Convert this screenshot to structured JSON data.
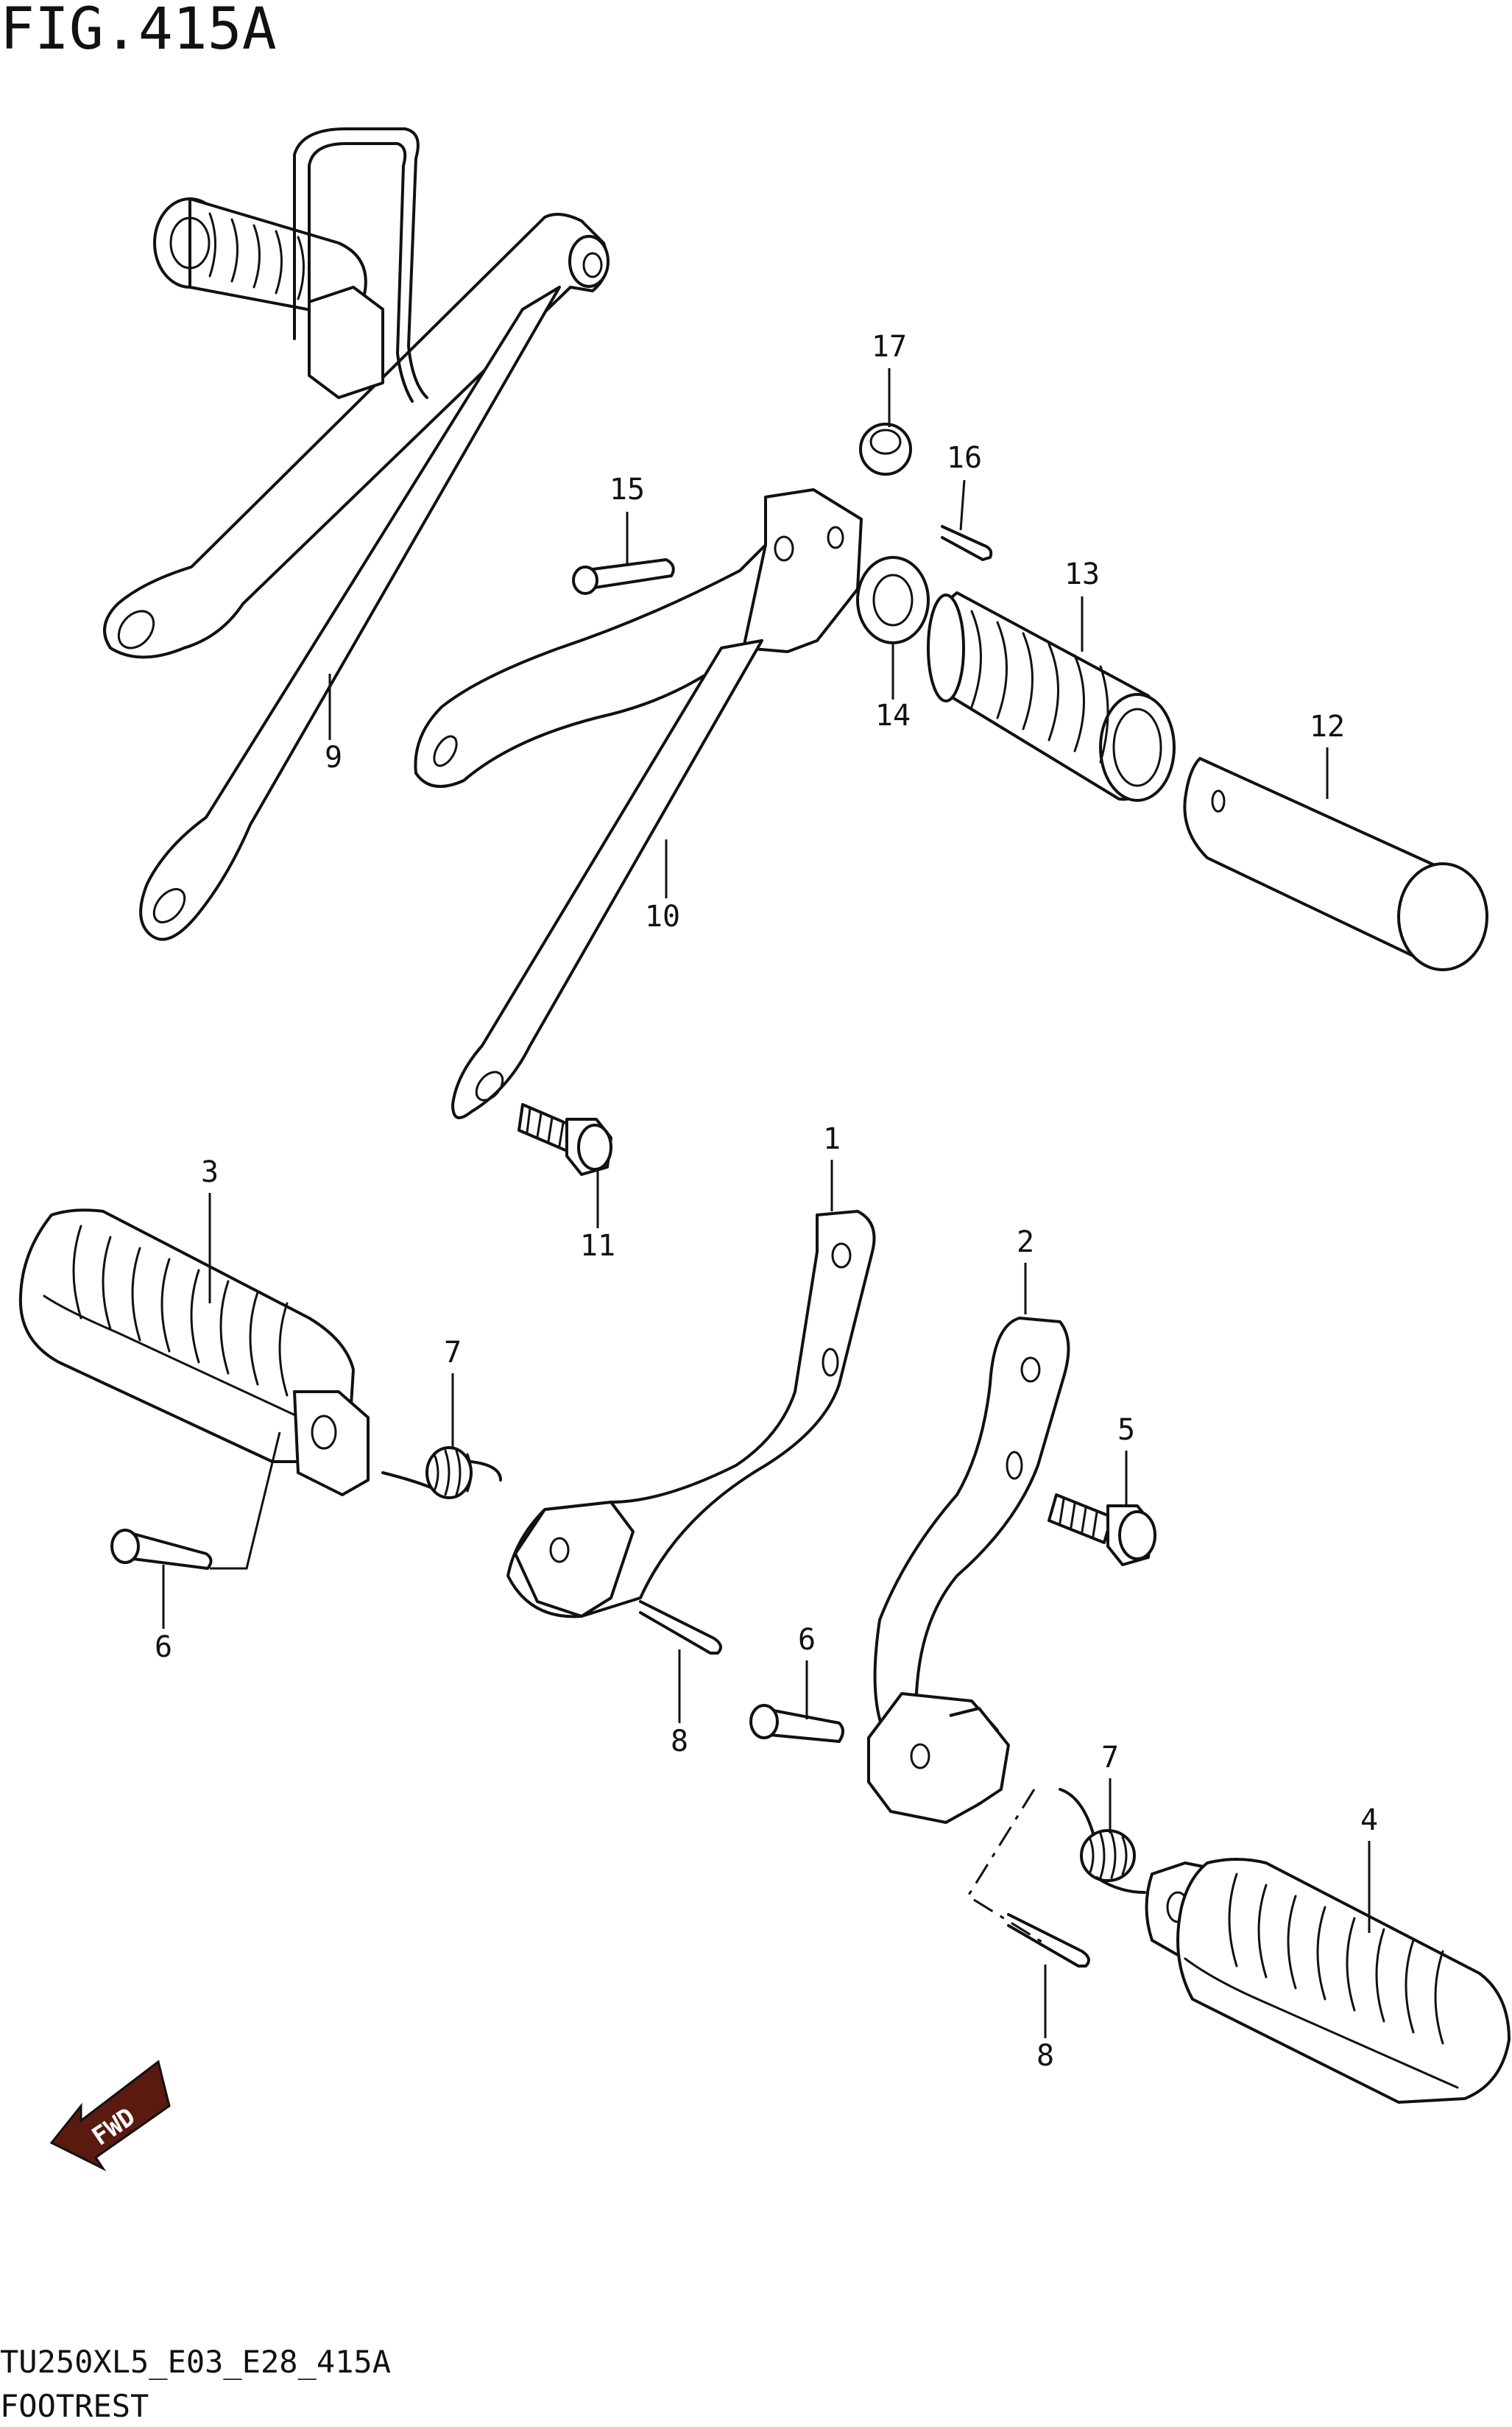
{
  "figure": {
    "title": "FIG.415A",
    "model_code": "TU250XL5_E03_E28_415A",
    "section_name": "FOOTREST"
  },
  "fwd_marker": {
    "label": "FWD",
    "icon": "fwd-arrow-icon"
  },
  "callouts": [
    {
      "id": "c1",
      "label": "1"
    },
    {
      "id": "c2",
      "label": "2"
    },
    {
      "id": "c3",
      "label": "3"
    },
    {
      "id": "c4",
      "label": "4"
    },
    {
      "id": "c5",
      "label": "5"
    },
    {
      "id": "c6a",
      "label": "6"
    },
    {
      "id": "c6b",
      "label": "6"
    },
    {
      "id": "c7a",
      "label": "7"
    },
    {
      "id": "c7b",
      "label": "7"
    },
    {
      "id": "c8a",
      "label": "8"
    },
    {
      "id": "c8b",
      "label": "8"
    },
    {
      "id": "c9",
      "label": "9"
    },
    {
      "id": "c10",
      "label": "10"
    },
    {
      "id": "c11",
      "label": "11"
    },
    {
      "id": "c12",
      "label": "12"
    },
    {
      "id": "c13",
      "label": "13"
    },
    {
      "id": "c14",
      "label": "14"
    },
    {
      "id": "c15",
      "label": "15"
    },
    {
      "id": "c16",
      "label": "16"
    },
    {
      "id": "c17",
      "label": "17"
    }
  ]
}
